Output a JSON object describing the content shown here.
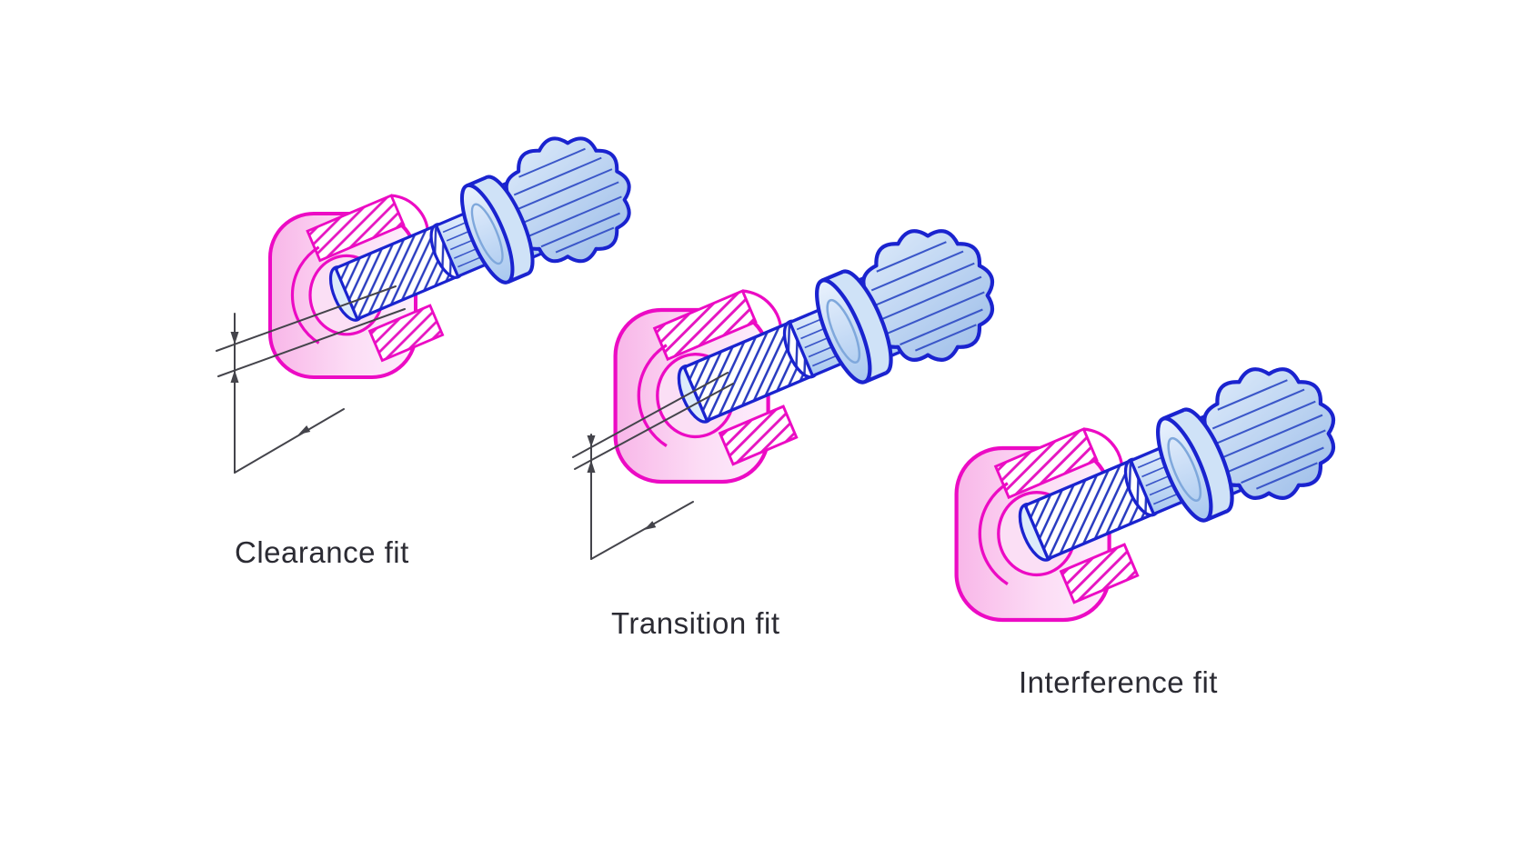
{
  "page": {
    "background": "#ffffff"
  },
  "figures": [
    {
      "id": "clearance-fit",
      "label": "Clearance fit",
      "dimension_callout": true,
      "gap_size": "wide"
    },
    {
      "id": "transition-fit",
      "label": "Transition fit",
      "dimension_callout": true,
      "gap_size": "narrow"
    },
    {
      "id": "interference-fit",
      "label": "Interference fit",
      "dimension_callout": false,
      "gap_size": "none"
    }
  ],
  "colors": {
    "hub_outline": "#ec0bc4",
    "hub_fill_light": "#fdeefc",
    "hub_fill_dark": "#f8bce9",
    "hub_hatch": "#e616c1",
    "bolt_outline": "#1a23cf",
    "bolt_fill_light": "#eaf2fd",
    "bolt_fill_dark": "#a8c8ef",
    "bolt_hatch": "#2a3cc0",
    "dimension_lines": "#44444b",
    "label_text": "#2b2b33"
  }
}
